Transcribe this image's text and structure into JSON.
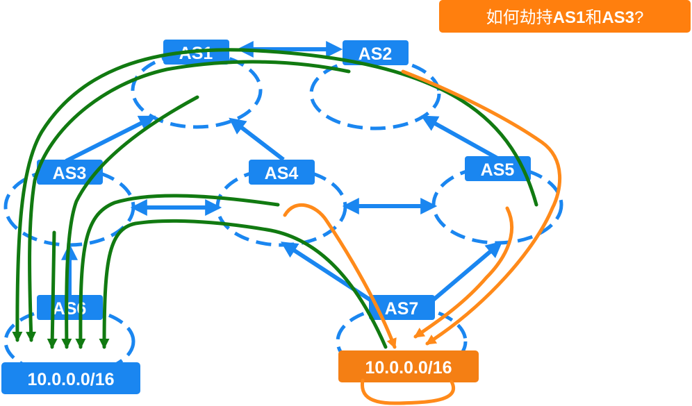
{
  "title": {
    "prefix": "如何劫持",
    "as_a": "AS1",
    "joiner": "和",
    "as_b": "AS3",
    "suffix": "?"
  },
  "nodes": [
    {
      "id": "as1",
      "label": "AS1"
    },
    {
      "id": "as2",
      "label": "AS2"
    },
    {
      "id": "as3",
      "label": "AS3"
    },
    {
      "id": "as4",
      "label": "AS4"
    },
    {
      "id": "as5",
      "label": "AS5"
    },
    {
      "id": "as6",
      "label": "AS6"
    },
    {
      "id": "as7",
      "label": "AS7"
    }
  ],
  "prefixes": {
    "legitimate": "10.0.0.0/16",
    "hijack": "10.0.0.0/16"
  },
  "colors": {
    "as_blue": "#1a86f0",
    "title_orange": "#ff7f0e",
    "legit_prefix_blue": "#1a86f0",
    "hijack_prefix_orange": "#f47f14",
    "route_green": "#117a11",
    "hijack_route_orange": "#ff8a1a",
    "text_white": "#ffffff"
  }
}
